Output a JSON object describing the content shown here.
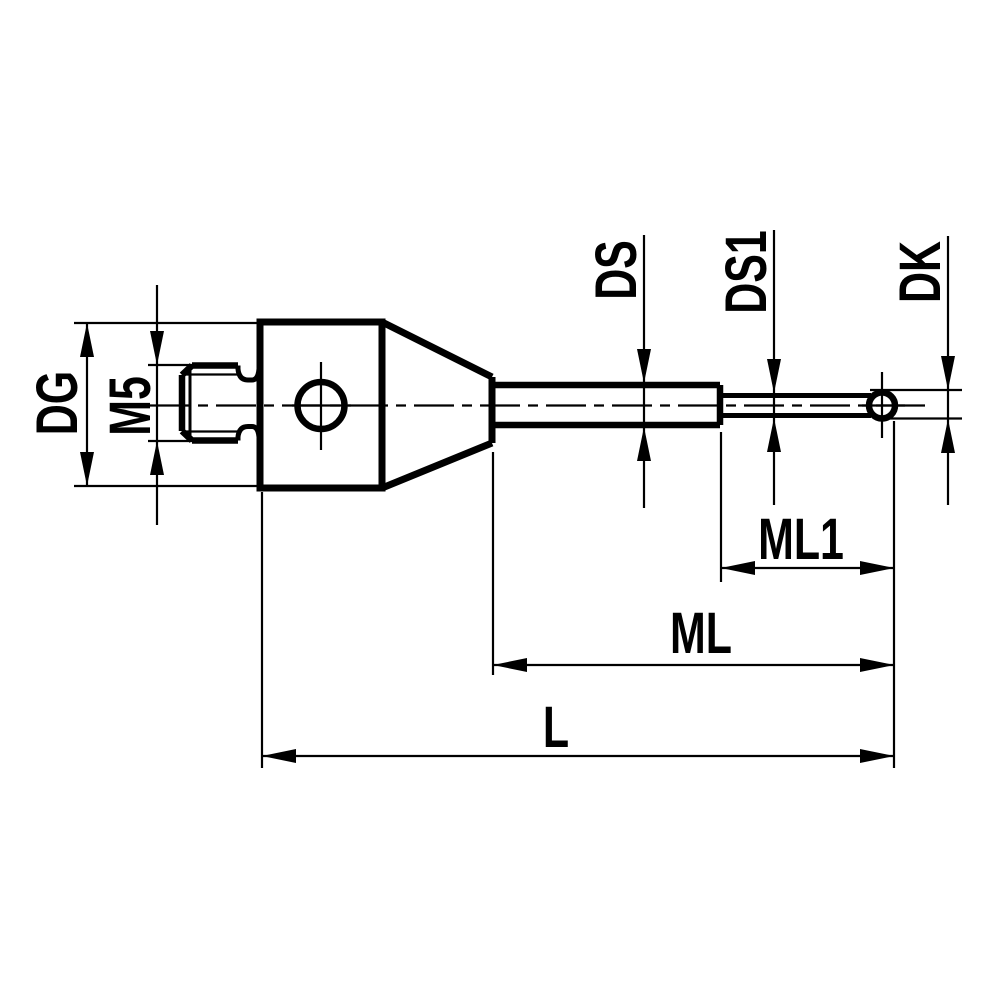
{
  "colors": {
    "background": "#ffffff",
    "line": "#000000"
  },
  "labels": {
    "dg": "DG",
    "m5": "M5",
    "ds": "DS",
    "ds1": "DS1",
    "dk": "DK",
    "ml1": "ML1",
    "ml": "ML",
    "l": "L"
  }
}
